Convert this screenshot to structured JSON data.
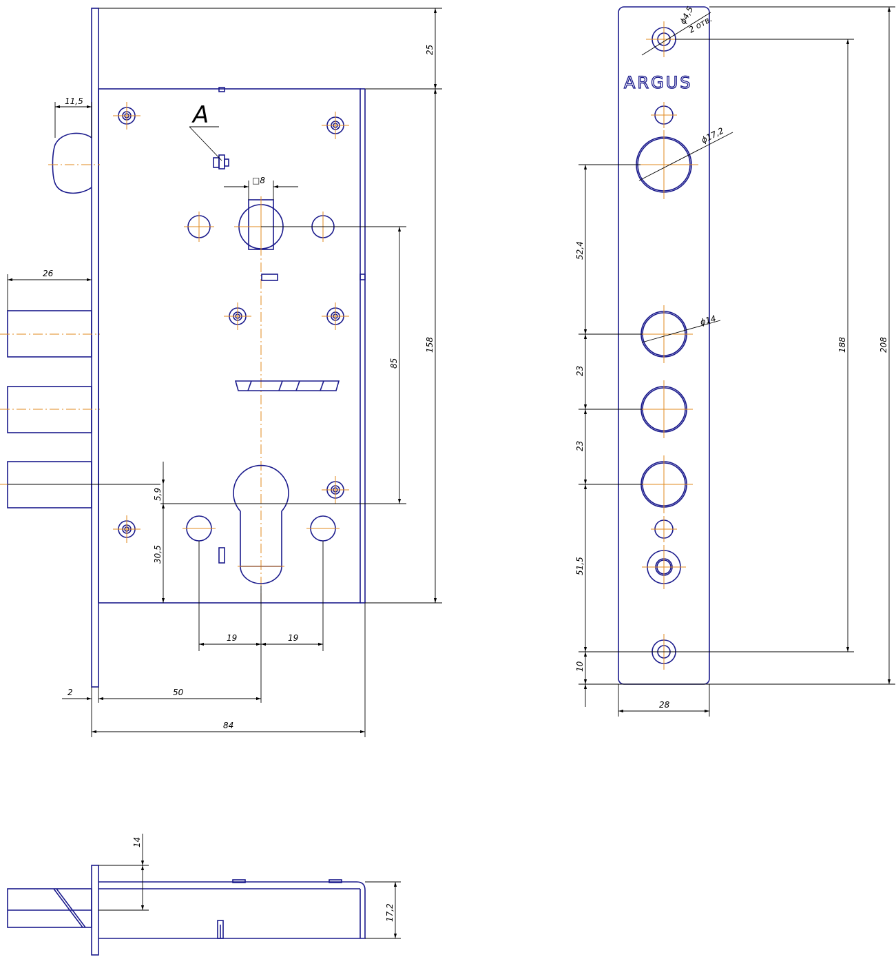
{
  "brand": {
    "logo_text": "ARGUS"
  },
  "labels": {
    "section_marker": "A"
  },
  "dimensions": {
    "front": {
      "knob_width": "11,5",
      "bolt_projection": "26",
      "top_offset": "25",
      "body_height": "158",
      "axis_spacing": "85",
      "offset_small": "5,9",
      "cylinder_height": "30,5",
      "screw_left": "19",
      "screw_right": "19",
      "faceplate_thickness": "2",
      "backset": "50",
      "case_width": "84",
      "spindle_square": "□8"
    },
    "faceplate": {
      "hole_small": "ϕ4,5",
      "hole_count": "2 отв.",
      "hole_spindle": "ϕ17,2",
      "hole_bolt": "ϕ14",
      "dim_52_4": "52,4",
      "dim_23_a": "23",
      "dim_23_b": "23",
      "dim_51_5": "51,5",
      "dim_10": "10",
      "dim_188": "188",
      "dim_208": "208",
      "width": "28"
    },
    "side": {
      "offset": "14",
      "thickness": "17,2"
    }
  }
}
